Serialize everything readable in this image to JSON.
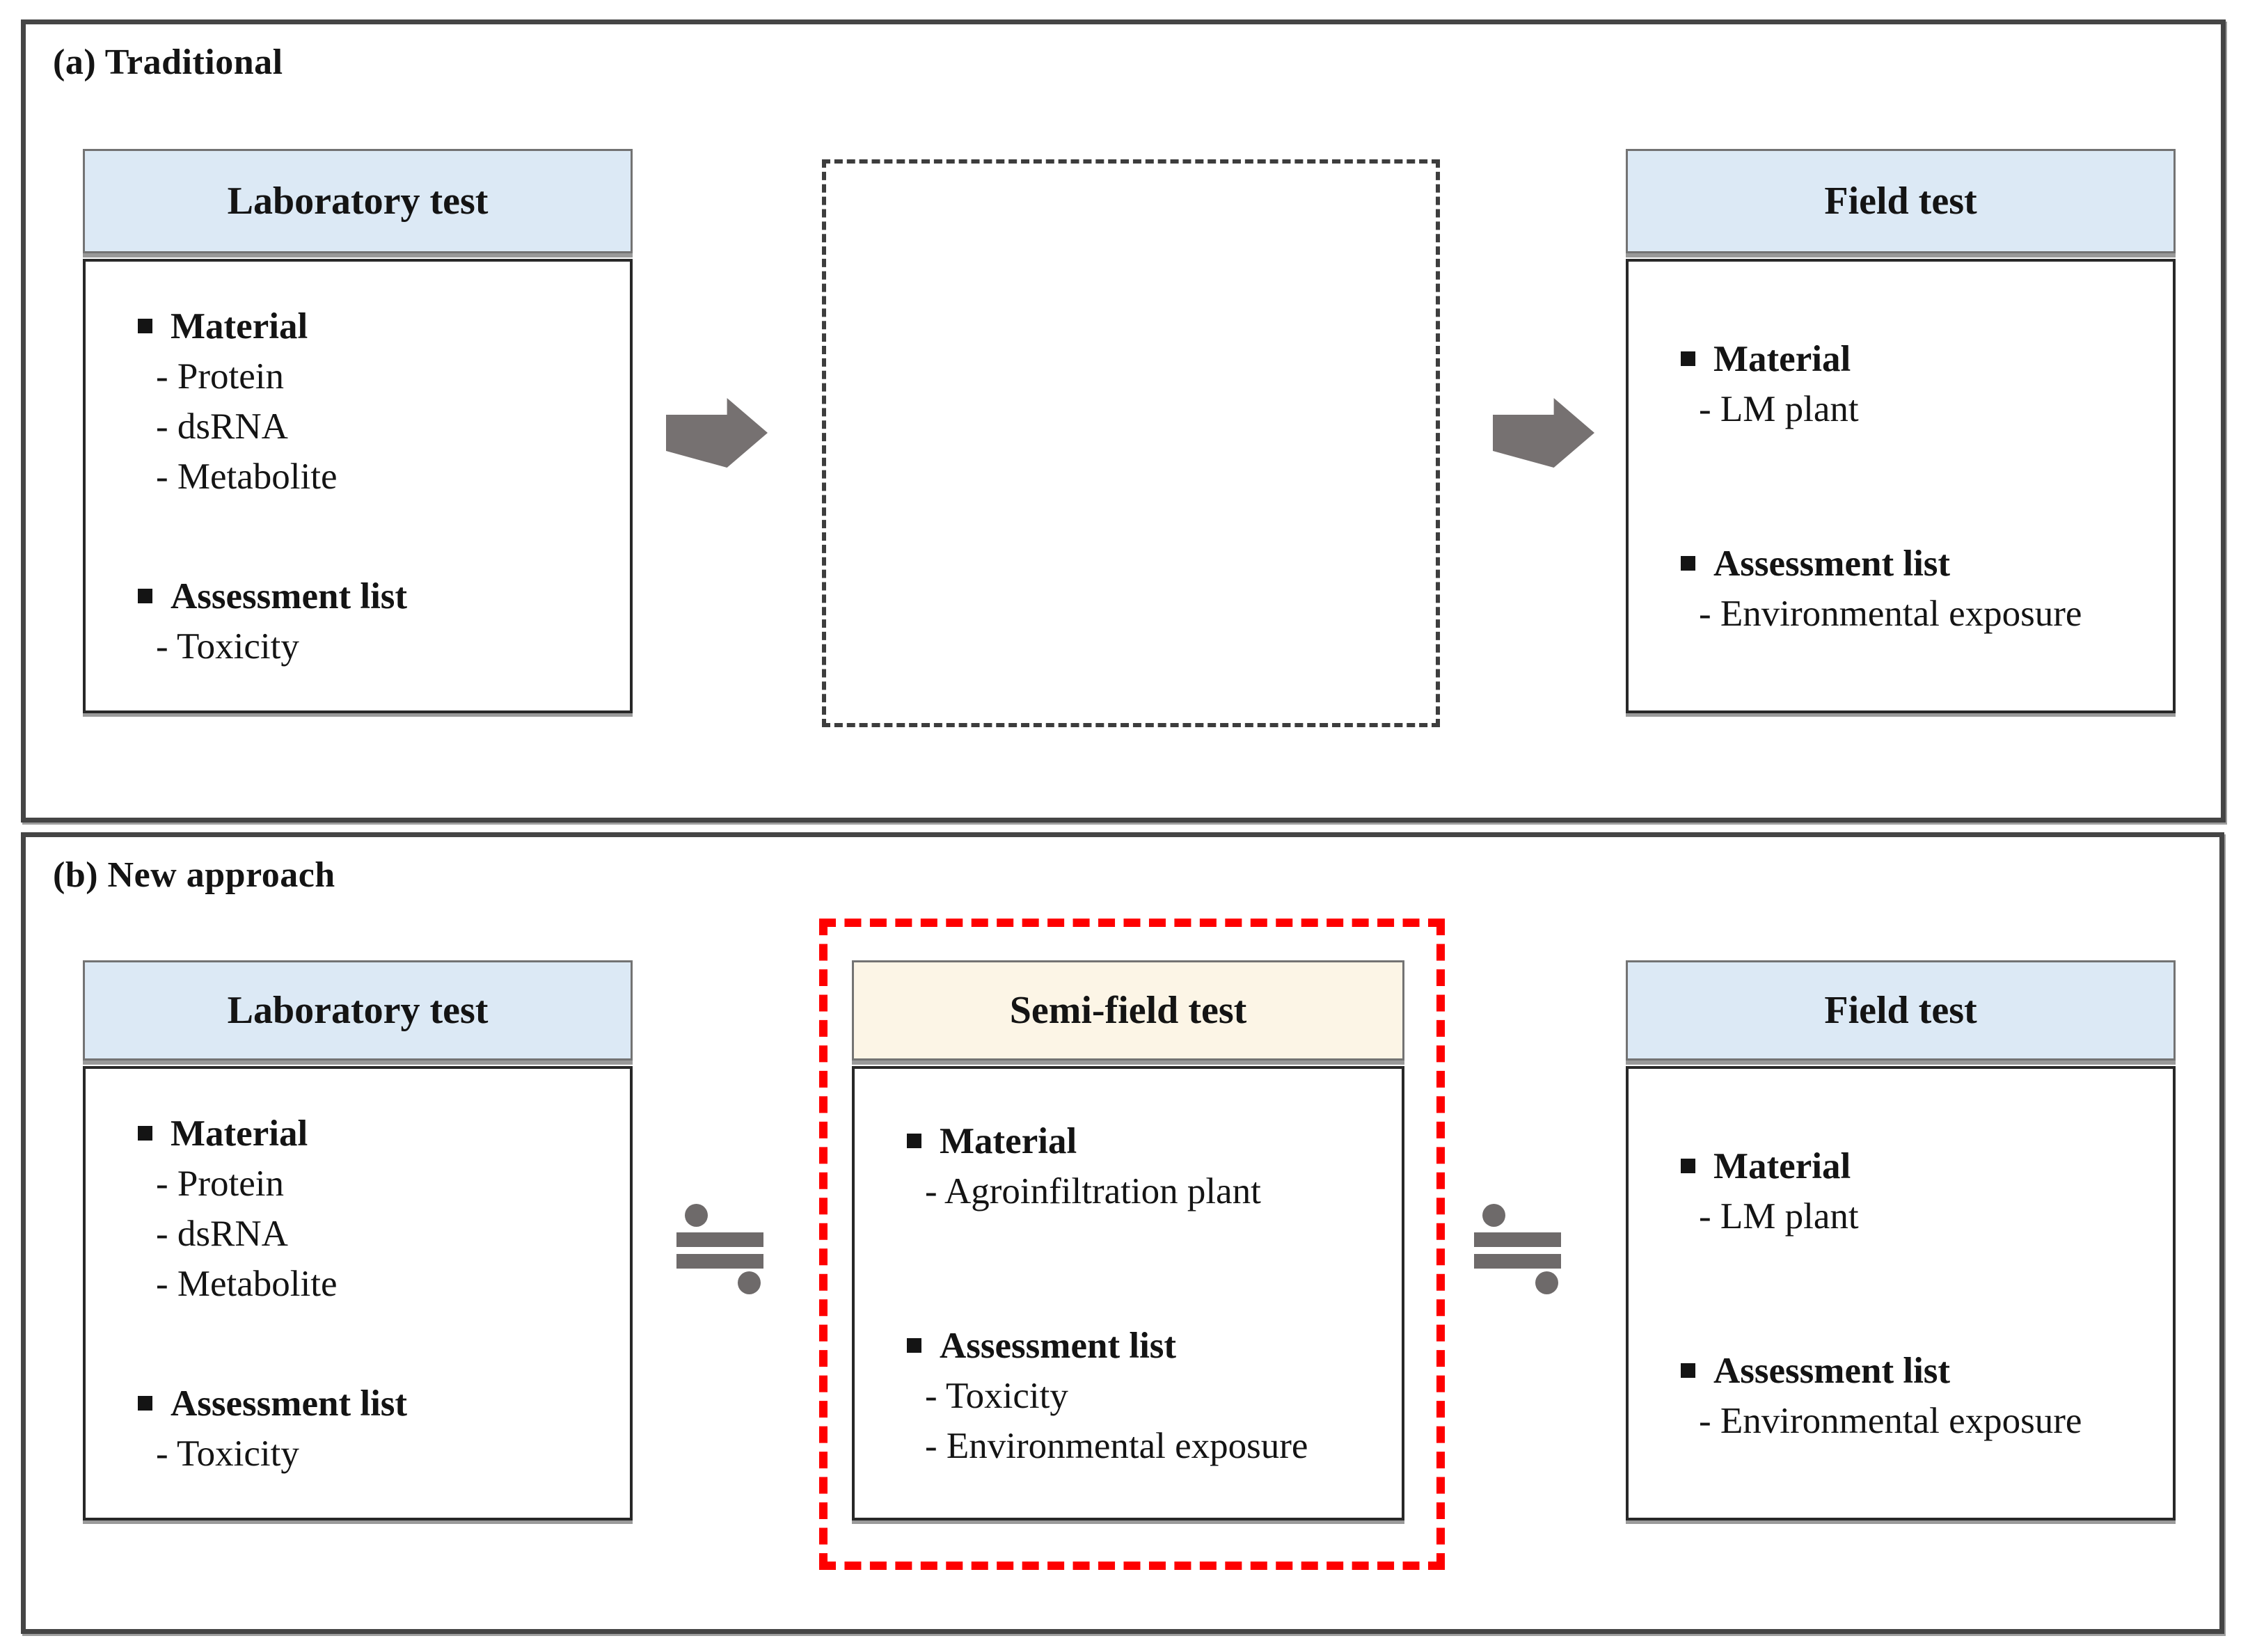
{
  "figure": {
    "panel_a": {
      "title": "(a) Traditional",
      "laboratory": {
        "header": "Laboratory test",
        "material_label": "Material",
        "material_items": [
          "- Protein",
          "- dsRNA",
          "- Metabolite"
        ],
        "assessment_label": "Assessment list",
        "assessment_items": [
          "- Toxicity"
        ]
      },
      "field": {
        "header": "Field test",
        "material_label": "Material",
        "material_items": [
          "- LM plant"
        ],
        "assessment_label": "Assessment list",
        "assessment_items": [
          "- Environmental exposure"
        ]
      }
    },
    "panel_b": {
      "title": "(b) New approach",
      "laboratory": {
        "header": "Laboratory test",
        "material_label": "Material",
        "material_items": [
          "- Protein",
          "- dsRNA",
          "- Metabolite"
        ],
        "assessment_label": "Assessment list",
        "assessment_items": [
          "- Toxicity"
        ]
      },
      "semi_field": {
        "header": "Semi-field test",
        "material_label": "Material",
        "material_items": [
          "- Agroinfiltration plant"
        ],
        "assessment_label": "Assessment list",
        "assessment_items": [
          "- Toxicity",
          "- Environmental exposure"
        ]
      },
      "field": {
        "header": "Field test",
        "material_label": "Material",
        "material_items": [
          "- LM plant"
        ],
        "assessment_label": "Assessment list",
        "assessment_items": [
          "- Environmental exposure"
        ]
      }
    },
    "colors": {
      "header_blue": "#dce9f5",
      "header_cream": "#fcf5e6",
      "highlight_red": "#fe0000",
      "arrow_gray": "#767171"
    }
  }
}
